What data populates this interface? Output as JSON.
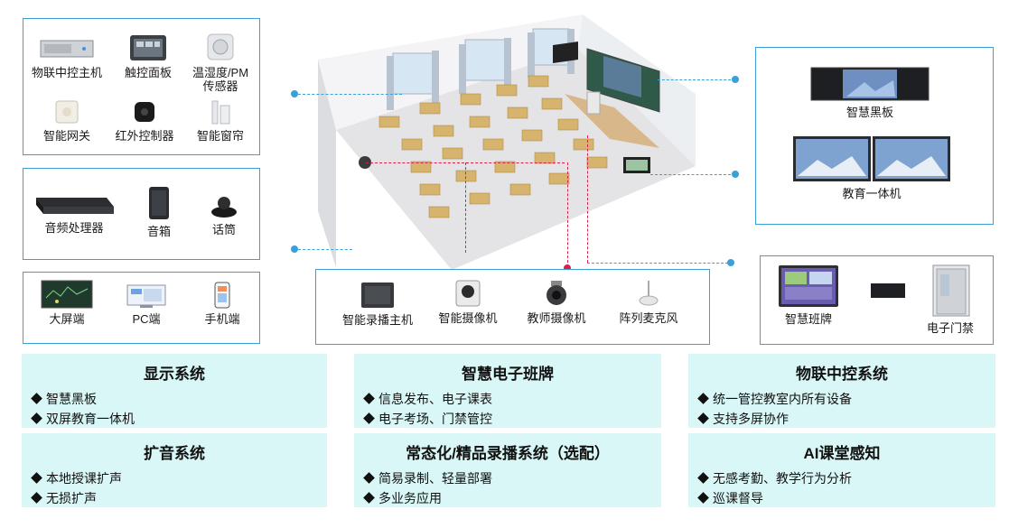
{
  "panel_iot": {
    "devices": [
      {
        "label": "物联中控主机",
        "icon": "server-icon"
      },
      {
        "label": "触控面板",
        "icon": "touch-panel-icon"
      },
      {
        "label": "温湿度/PM",
        "label2": "传感器",
        "icon": "sensor-icon"
      },
      {
        "label": "智能网关",
        "icon": "gateway-icon"
      },
      {
        "label": "红外控制器",
        "icon": "ir-controller-icon"
      },
      {
        "label": "智能窗帘",
        "icon": "curtain-icon"
      }
    ]
  },
  "panel_audio": {
    "devices": [
      {
        "label": "音频处理器",
        "icon": "audio-processor-icon"
      },
      {
        "label": "音箱",
        "icon": "speaker-icon"
      },
      {
        "label": "话筒",
        "icon": "microphone-icon"
      }
    ]
  },
  "panel_terminals": {
    "devices": [
      {
        "label": "大屏端",
        "icon": "big-screen-icon"
      },
      {
        "label": "PC端",
        "icon": "pc-icon"
      },
      {
        "label": "手机端",
        "icon": "phone-icon"
      }
    ]
  },
  "panel_recording": {
    "devices": [
      {
        "label": "智能录播主机",
        "icon": "recorder-host-icon"
      },
      {
        "label": "智能摄像机",
        "icon": "smart-camera-icon"
      },
      {
        "label": "教师摄像机",
        "icon": "teacher-camera-icon"
      },
      {
        "label": "阵列麦克风",
        "icon": "array-mic-icon"
      }
    ]
  },
  "panel_blackboard": {
    "label": "智慧黑板",
    "icon": "smart-blackboard-icon"
  },
  "panel_edu": {
    "label": "教育一体机",
    "icon": "edu-display-icon"
  },
  "panel_class": {
    "devices": [
      {
        "label": "智慧班牌",
        "icon": "class-sign-icon"
      },
      {
        "label": "电子门禁",
        "icon": "door-access-icon"
      }
    ]
  },
  "cards": [
    {
      "title": "显示系统",
      "items": [
        "智慧黑板",
        "双屏教育一体机"
      ]
    },
    {
      "title": "智慧电子班牌",
      "items": [
        "信息发布、电子课表",
        "电子考场、门禁管控"
      ]
    },
    {
      "title": "物联中控系统",
      "items": [
        "统一管控教室内所有设备",
        "支持多屏协作"
      ]
    },
    {
      "title": "扩音系统",
      "items": [
        "本地授课扩声",
        "无损扩声"
      ]
    },
    {
      "title": "常态化/精品录播系统（选配）",
      "items": [
        "简易录制、轻量部署",
        "多业务应用"
      ]
    },
    {
      "title": "AI课堂感知",
      "items": [
        "无感考勤、教学行为分析",
        "巡课督导"
      ]
    }
  ],
  "colors": {
    "panel_border": "#3aa0d6",
    "card_bg": "#d8f7f6",
    "link_red": "#d9224a"
  }
}
